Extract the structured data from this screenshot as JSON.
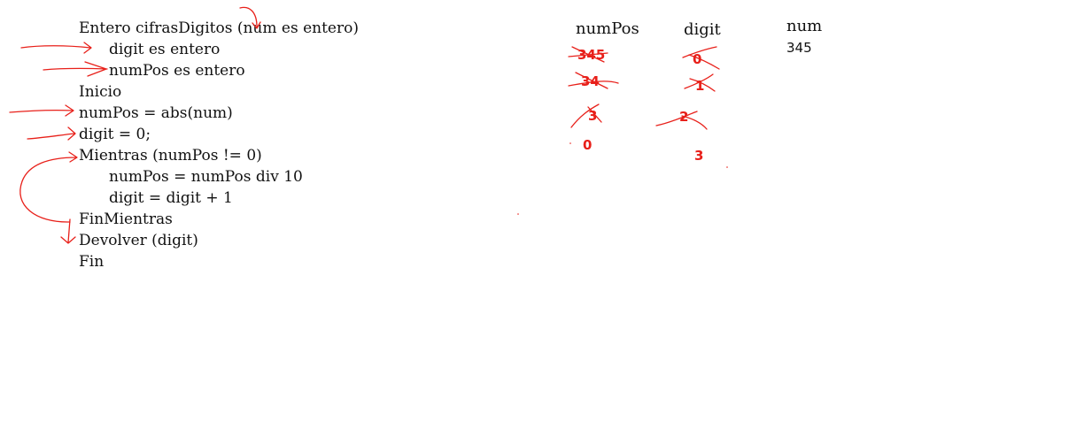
{
  "code": {
    "lines": [
      "Entero cifrasDigitos (num es entero)",
      "digit es entero",
      "numPos es entero",
      "Inicio",
      "numPos = abs(num)",
      "digit = 0;",
      "Mientras (numPos != 0)",
      "numPos = numPos div 10",
      "digit = digit + 1",
      "FinMientras",
      "Devolver (digit)",
      "Fin"
    ]
  },
  "trace_table": {
    "headers": {
      "numPos": "numPos",
      "digit": "digit",
      "num": "num"
    },
    "num_value": "345",
    "numPos_values": [
      "345",
      "34",
      "3",
      "0"
    ],
    "digit_values": [
      "0",
      "1",
      "2",
      "3"
    ]
  },
  "colors": {
    "text": "#111111",
    "ink_red": "#e8201a"
  }
}
